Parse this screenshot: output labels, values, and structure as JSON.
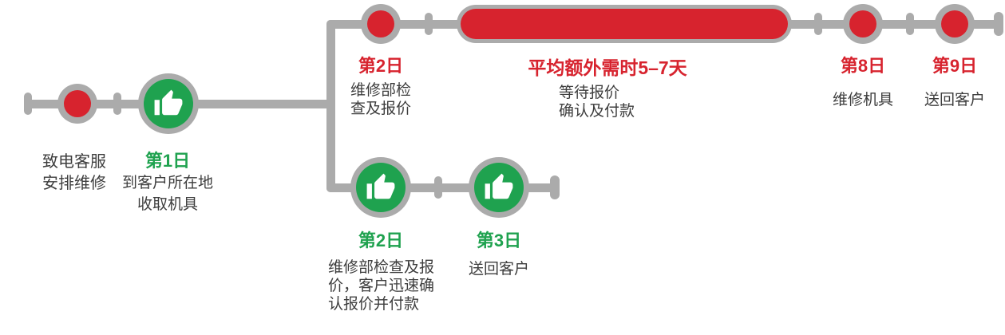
{
  "colors": {
    "red": "#d7232e",
    "green": "#1fa24f",
    "gray": "#ababab",
    "ink": "#3d3d3d"
  },
  "timeline": {
    "start": {
      "line1": "致电客服",
      "line2": "安排维修"
    },
    "day1": {
      "day": "第1日",
      "desc1": "到客户所在地",
      "desc2": "收取机具"
    },
    "top_branch": {
      "day2": {
        "day": "第2日",
        "desc1": "维修部检",
        "desc2": "查及报价"
      },
      "wait": {
        "title": "平均额外需时5–7天",
        "desc1": "等待报价",
        "desc2": "确认及付款"
      },
      "day8": {
        "day": "第8日",
        "desc": "维修机具"
      },
      "day9": {
        "day": "第9日",
        "desc": "送回客户"
      }
    },
    "bottom_branch": {
      "day2": {
        "day": "第2日",
        "desc1": "维修部检查及报",
        "desc2": "价，客户迅速确",
        "desc3": "认报价并付款"
      },
      "day3": {
        "day": "第3日",
        "desc": "送回客户"
      }
    }
  },
  "icons": {
    "thumbs_up": "thumbs-up-icon",
    "milestone_dot": "red-dot-icon"
  }
}
